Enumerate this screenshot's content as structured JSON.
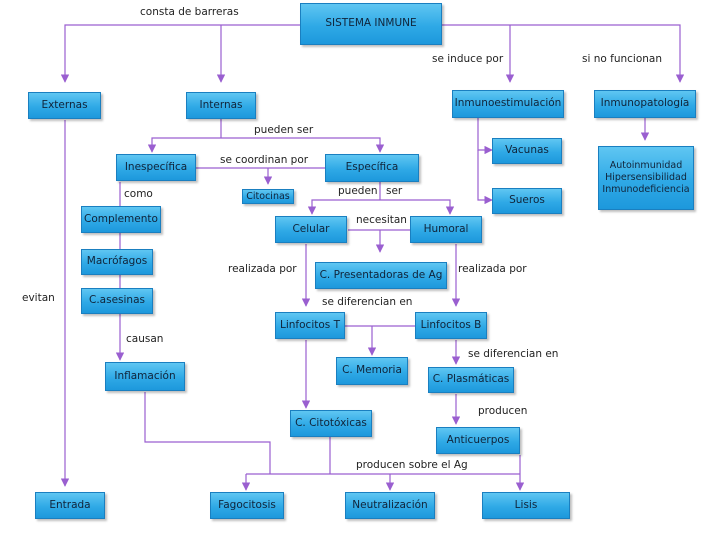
{
  "nodes": {
    "sistema_inmune": "SISTEMA INMUNE",
    "externas": "Externas",
    "internas": "Internas",
    "inmunoestimulacion": "Inmunoestimulación",
    "inmunopatologia": "Inmunopatología",
    "vacunas": "Vacunas",
    "sueros": "Sueros",
    "autoinmunidad": "Autoinmunidad",
    "hipersensibilidad": "Hipersensibilidad",
    "inmunodeficiencia": "Inmunodeficiencia",
    "inespecifica": "Inespecífica",
    "especifica": "Específica",
    "citocinas": "Citocinas",
    "complemento": "Complemento",
    "macrofagos": "Macrófagos",
    "c_asesinas": "C.asesinas",
    "inflamacion": "Inflamación",
    "celular": "Celular",
    "humoral": "Humoral",
    "presentadoras": "C. Presentadoras de Ag",
    "linfocitos_t": "Linfocitos T",
    "linfocitos_b": "Linfocitos B",
    "memoria": "C. Memoria",
    "plasmaticas": "C. Plasmáticas",
    "citotoxicas": "C. Citotóxicas",
    "anticuerpos": "Anticuerpos",
    "entrada": "Entrada",
    "fagocitosis": "Fagocitosis",
    "neutralizacion": "Neutralización",
    "lisis": "Lisis"
  },
  "links": {
    "consta_de_barreras": "consta de barreras",
    "se_induce_por": "se induce por",
    "si_no_funcionan": "si no funcionan",
    "pueden_ser": "pueden ser",
    "se_coordinan_por": "se coordinan por",
    "como": "como",
    "pueden_ser_split_1": "pueden",
    "pueden_ser_split_2": "ser",
    "necesitan": "necesitan",
    "realizada_por_left": "realizada por",
    "realizada_por_right": "realizada por",
    "se_diferencian_en_1": "se diferencian en",
    "evitan": "evitan",
    "causan": "causan",
    "se_diferencian_en_2": "se diferencian en",
    "producen": "producen",
    "producen_sobre_el_ag": "producen sobre el Ag"
  },
  "colors": {
    "box_gradient_top": "#5fc6f2",
    "box_gradient_bottom": "#1d98dc",
    "box_border": "#1a7fc0",
    "connector": "#9a5fd0"
  }
}
